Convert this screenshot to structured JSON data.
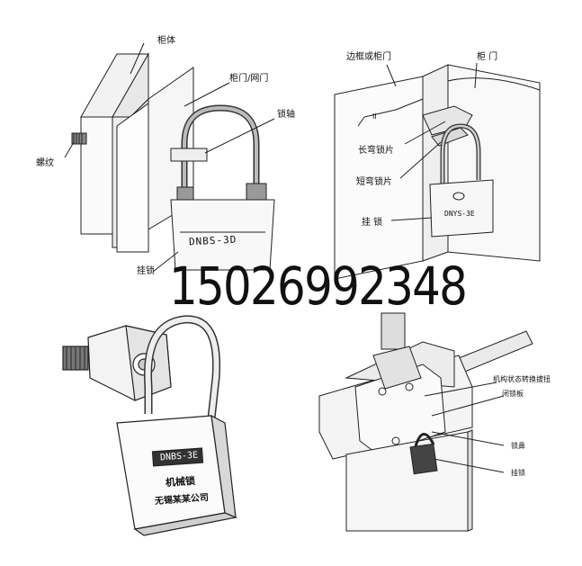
{
  "overlay": {
    "phone_number": "15026992348"
  },
  "panel_top_left": {
    "labels": {
      "cabinet": "柜体",
      "door": "柜门/网门",
      "shackle": "锁轴",
      "thread": "螺纹",
      "padlock": "挂锁"
    },
    "lock_model": "DNBS-3D"
  },
  "panel_top_right": {
    "labels": {
      "frame": "边框或柜门",
      "door": "柜  门",
      "long_plate": "长弯锁片",
      "short_plate": "短弯锁片",
      "padlock": "挂  锁",
      "gap_mark": "II"
    },
    "lock_model": "DNYS-3E"
  },
  "panel_bottom_left": {
    "lock_model": "DNBS-3E",
    "lock_name": "机械锁",
    "lock_maker": "无锡某某公司"
  },
  "panel_bottom_right": {
    "labels": {
      "mechanism": "机构状态转换拔扭",
      "plate": "闭锁板",
      "lock_ring": "锁鼻",
      "padlock": "挂锁"
    }
  },
  "colors": {
    "line": "#222222",
    "shade": "#9a9a9a",
    "light_shade": "#d6d6d6",
    "text": "#111111"
  }
}
